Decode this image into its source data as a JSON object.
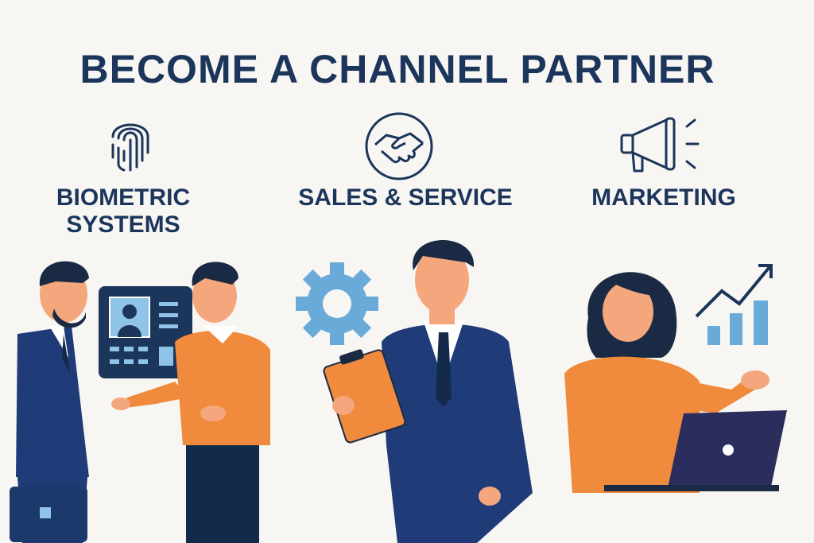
{
  "title": "BECOME A CHANNEL PARTNER",
  "categories": [
    {
      "label_line1": "BIOMETRIC",
      "label_line2": "SYSTEMS",
      "icon": "fingerprint-icon"
    },
    {
      "label_line1": "SALES & SERVICE",
      "icon": "handshake-icon"
    },
    {
      "label_line1": "MARKETING",
      "icon": "megaphone-icon"
    }
  ],
  "colors": {
    "navy": "#1b355b",
    "orange": "#f08a3c",
    "blue": "#6aaad8",
    "background": "#f8f6f3"
  }
}
